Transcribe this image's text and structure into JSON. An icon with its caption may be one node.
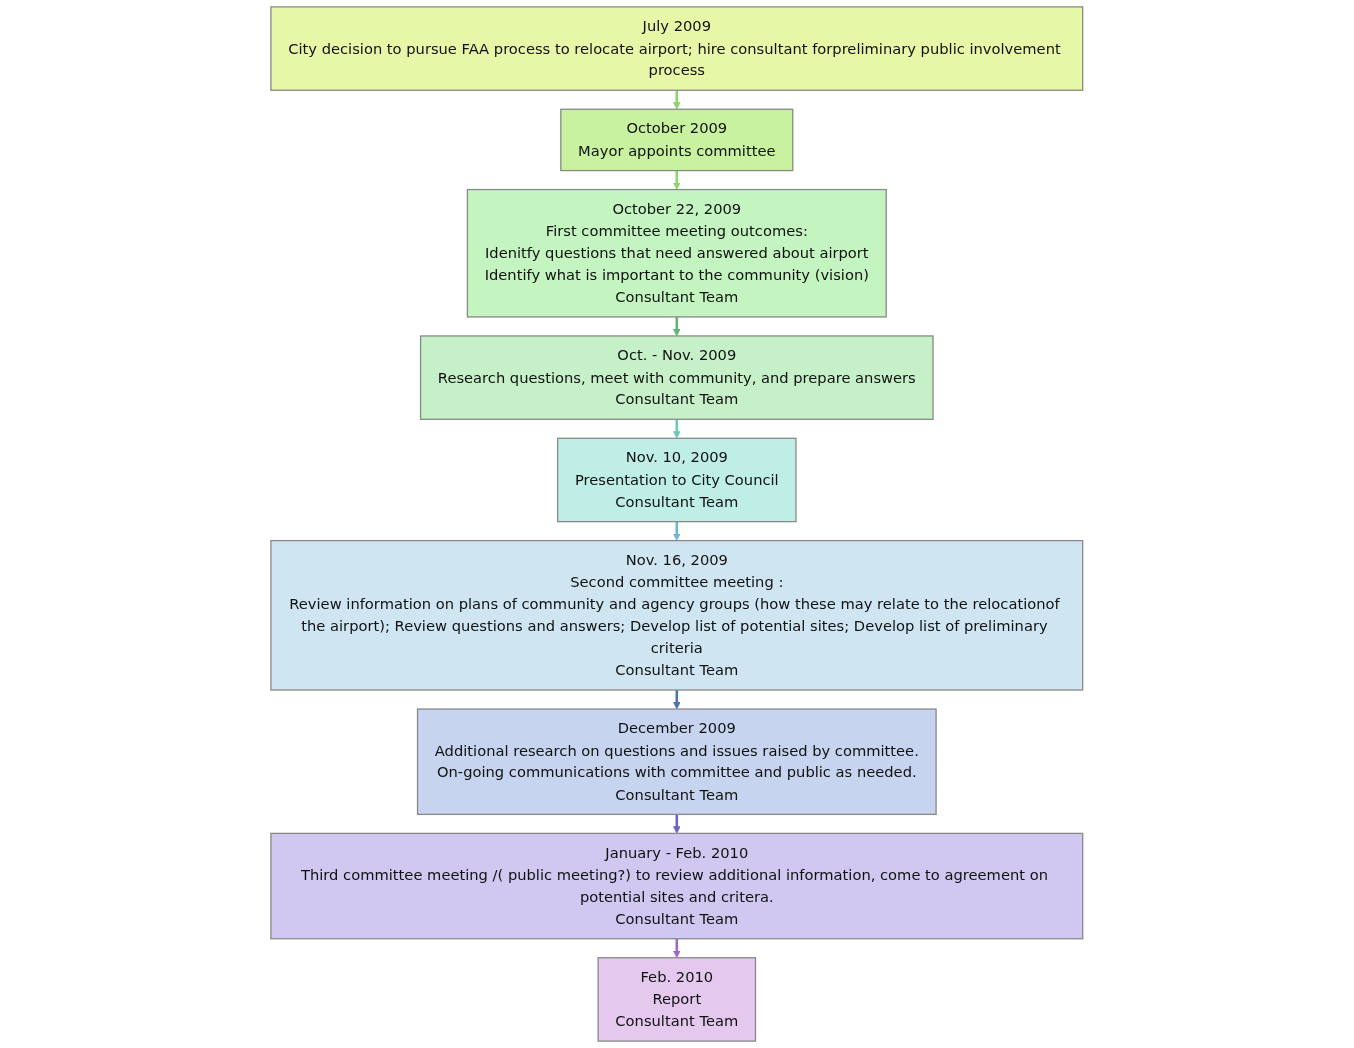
{
  "diagram": {
    "nodes": [
      {
        "text": [
          "July 2009",
          "City decision to pursue FAA process to relocate airport; hire consultant forpreliminary public involvement process"
        ]
      },
      {
        "text": [
          "October 2009",
          "Mayor appoints committee"
        ]
      },
      {
        "text": [
          "October 22, 2009",
          "First committee meeting outcomes:",
          "Idenitfy questions that need answered about airport",
          "Identify what is important to the community (vision)",
          "Consultant Team"
        ]
      },
      {
        "text": [
          "Oct. - Nov. 2009",
          "Research questions, meet with community, and prepare answers",
          "Consultant Team"
        ]
      },
      {
        "text": [
          "Nov. 10, 2009",
          "Presentation to City Council",
          "Consultant Team"
        ]
      },
      {
        "text": [
          "Nov. 16, 2009",
          "Second committee meeting :",
          "Review information on plans of community and agency groups (how these may relate to the relocationof the airport); Review questions and answers; Develop list of potential sites; Develop list of preliminary criteria",
          "Consultant Team"
        ]
      },
      {
        "text": [
          "December 2009",
          "Additional research on questions and issues raised by committee.",
          "On-going communications with committee and public as needed.",
          "Consultant Team"
        ]
      },
      {
        "text": [
          "January - Feb. 2010",
          "Third committee meeting /( public meeting?) to review additional information, come to agreement on potential sites and critera.",
          "Consultant Team"
        ]
      },
      {
        "text": [
          "Feb. 2010",
          "Report",
          "Consultant Team"
        ]
      }
    ],
    "edges": [
      {
        "from": 0,
        "to": 1,
        "arrow": "to",
        "color": "#8fd46a"
      },
      {
        "from": 1,
        "to": 2,
        "arrow": "to",
        "color": "#8fd46a"
      },
      {
        "from": 2,
        "to": 3,
        "arrow": "to",
        "color": "#5cb870"
      },
      {
        "from": 3,
        "to": 4,
        "arrow": "to",
        "color": "#6cc8b8"
      },
      {
        "from": 4,
        "to": 5,
        "arrow": "to",
        "color": "#6cb8d0"
      },
      {
        "from": 5,
        "to": 6,
        "arrow": "to",
        "color": "#4f74a8"
      },
      {
        "from": 6,
        "to": 7,
        "arrow": "to",
        "color": "#6a66c8"
      },
      {
        "from": 7,
        "to": 8,
        "arrow": "to",
        "color": "#9a6ac8"
      }
    ]
  }
}
